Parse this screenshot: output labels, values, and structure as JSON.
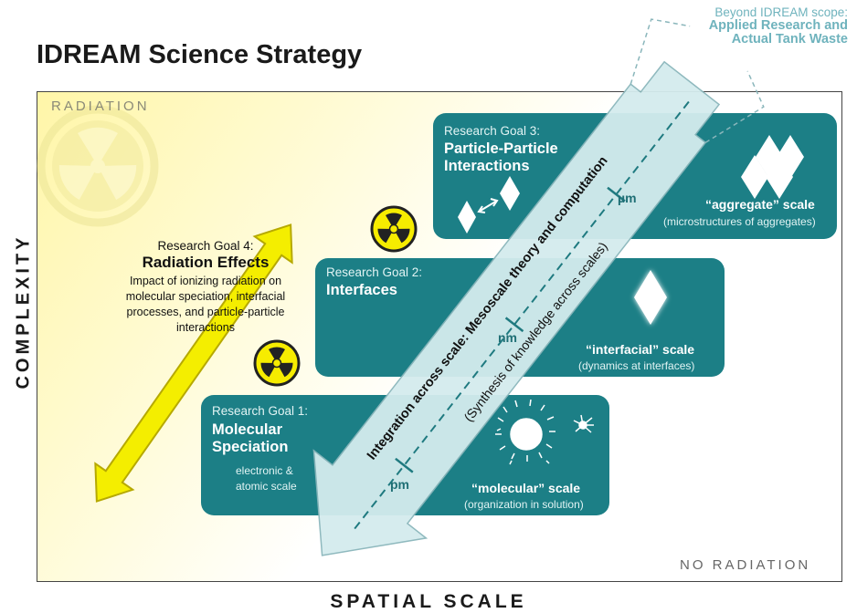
{
  "title": "IDREAM Science Strategy",
  "beyond_scope": {
    "line1": "Beyond IDREAM scope:",
    "line2": "Applied Research and",
    "line3": "Actual Tank Waste"
  },
  "corner_labels": {
    "radiation": "RADIATION",
    "no_radiation": "NO RADIATION"
  },
  "axes": {
    "y_label": "COMPLEXITY",
    "x_label": "SPATIAL SCALE"
  },
  "goal4": {
    "heading": "Research Goal 4:",
    "title": "Radiation Effects",
    "description": "Impact of ionizing radiation on molecular speciation, interfacial processes, and particle-particle interactions"
  },
  "goal3": {
    "heading": "Research Goal 3:",
    "title_line1": "Particle-Particle",
    "title_line2": "Interactions",
    "scale_name": "“aggregate” scale",
    "scale_desc": "(microstructures of aggregates)"
  },
  "goal2": {
    "heading": "Research Goal 2:",
    "title": "Interfaces",
    "scale_name": "“interfacial” scale",
    "scale_desc": "(dynamics at interfaces)"
  },
  "goal1": {
    "heading": "Research Goal 1:",
    "title_line1": "Molecular",
    "title_line2": "Speciation",
    "sub_line1": "electronic &",
    "sub_line2": "atomic scale",
    "scale_name": "“molecular” scale",
    "scale_desc": "(organization in solution)"
  },
  "integration_arrow": {
    "main_text": "Integration across scale: Mesoscale theory and computation",
    "sub_text": "(Synthesis of knowledge across scales)",
    "tick_pm": "pm",
    "tick_nm": "nm",
    "tick_um": "µm"
  },
  "colors": {
    "teal_box": "#1c7f86",
    "arrow_fill": "#d4ecee",
    "yellow_arrow": "#f4ee00",
    "beyond_text": "#6fb3bd"
  }
}
